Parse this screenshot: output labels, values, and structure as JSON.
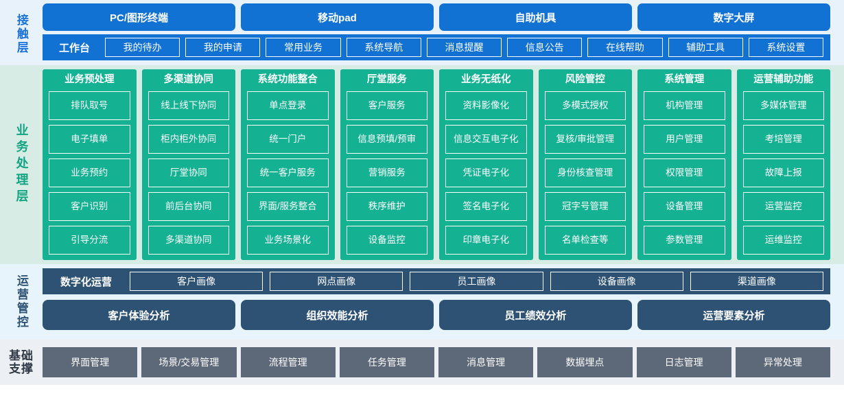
{
  "layers": {
    "contact": {
      "label": "接触层",
      "channels": [
        "PC/图形终端",
        "移动pad",
        "自助机具",
        "数字大屏"
      ],
      "workbench_label": "工作台",
      "items": [
        "我的待办",
        "我的申请",
        "常用业务",
        "系统导航",
        "消息提醒",
        "信息公告",
        "在线帮助",
        "辅助工具",
        "系统设置"
      ]
    },
    "business": {
      "label": "业务处理层",
      "columns": [
        {
          "title": "业务预处理",
          "tiles": [
            "排队取号",
            "电子填单",
            "业务预约",
            "客户识别",
            "引导分流"
          ]
        },
        {
          "title": "多渠道协同",
          "tiles": [
            "线上线下协同",
            "柜内柜外协同",
            "厅堂协同",
            "前后台协同",
            "多渠道协同"
          ]
        },
        {
          "title": "系统功能整合",
          "tiles": [
            "单点登录",
            "统一门户",
            "统一客户服务",
            "界面/服务整合",
            "业务场景化"
          ]
        },
        {
          "title": "厅堂服务",
          "tiles": [
            "客户服务",
            "信息预填/预审",
            "营销服务",
            "秩序维护",
            "设备监控"
          ]
        },
        {
          "title": "业务无纸化",
          "tiles": [
            "资料影像化",
            "信息交互电子化",
            "凭证电子化",
            "签名电子化",
            "印章电子化"
          ]
        },
        {
          "title": "风险管控",
          "tiles": [
            "多模式授权",
            "复核/审批管理",
            "身份核查管理",
            "冠字号管理",
            "名单检查等"
          ]
        },
        {
          "title": "系统管理",
          "tiles": [
            "机构管理",
            "用户管理",
            "权限管理",
            "设备管理",
            "参数管理"
          ]
        },
        {
          "title": "运营辅助功能",
          "tiles": [
            "多媒体管理",
            "考培管理",
            "故障上报",
            "运营监控",
            "运维监控"
          ]
        }
      ]
    },
    "operations": {
      "label": "运营管控",
      "digital_label": "数字化运营",
      "portraits": [
        "客户画像",
        "网点画像",
        "员工画像",
        "设备画像",
        "渠道画像"
      ],
      "analyses": [
        "客户体验分析",
        "组织效能分析",
        "员工绩效分析",
        "运营要素分析"
      ]
    },
    "foundation": {
      "label_line1": "基础",
      "label_line2": "支撑",
      "items": [
        "界面管理",
        "场景/交易管理",
        "流程管理",
        "任务管理",
        "消息管理",
        "数据埋点",
        "日志管理",
        "异常处理"
      ]
    }
  },
  "colors": {
    "contact_blue": "#1272d3",
    "contact_bg": "#e8f2fb",
    "business_teal": "#14b193",
    "business_bg": "#d8ece6",
    "operations_slate": "#2e5274",
    "operations_bg": "#e8f4fb",
    "foundation_gray": "#5d6879",
    "foundation_bg": "#eceff3"
  }
}
